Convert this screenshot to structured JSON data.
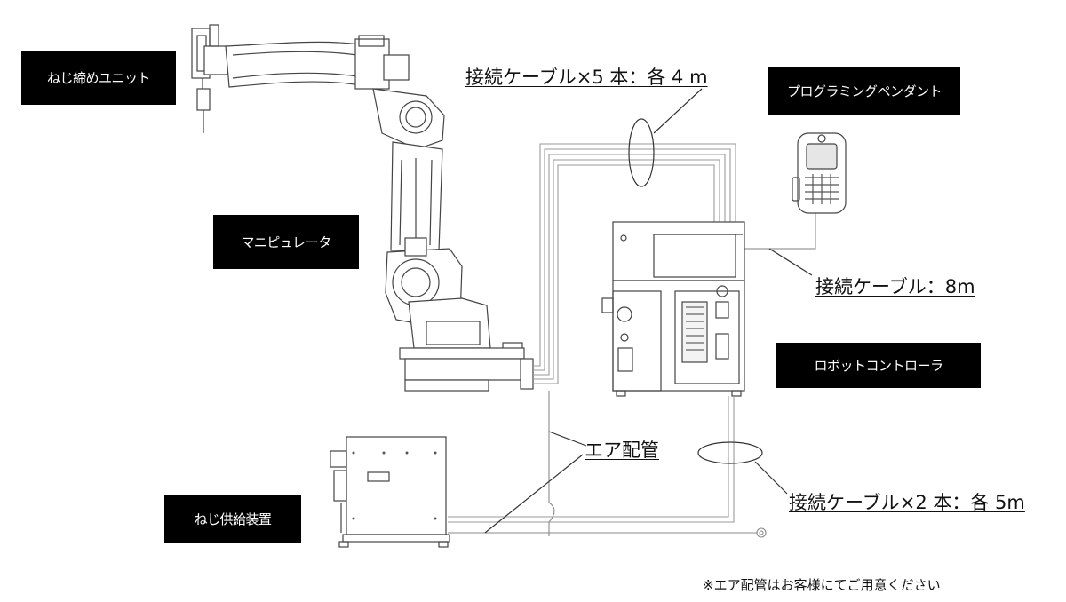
{
  "labels": {
    "screw_unit": "ねじ締めユニット",
    "manipulator": "マニピュレータ",
    "screw_feeder": "ねじ供給装置",
    "pendant": "プログラミングペンダント",
    "controller": "ロボットコントローラ"
  },
  "callouts": {
    "cable_5": "接続ケーブル×5 本：各 4 m",
    "cable_pendant": "接続ケーブル：8m",
    "air_pipe": "エア配管",
    "cable_2": "接続ケーブル×2 本：各 5m"
  },
  "note": "※エア配管はお客様にてご用意ください"
}
